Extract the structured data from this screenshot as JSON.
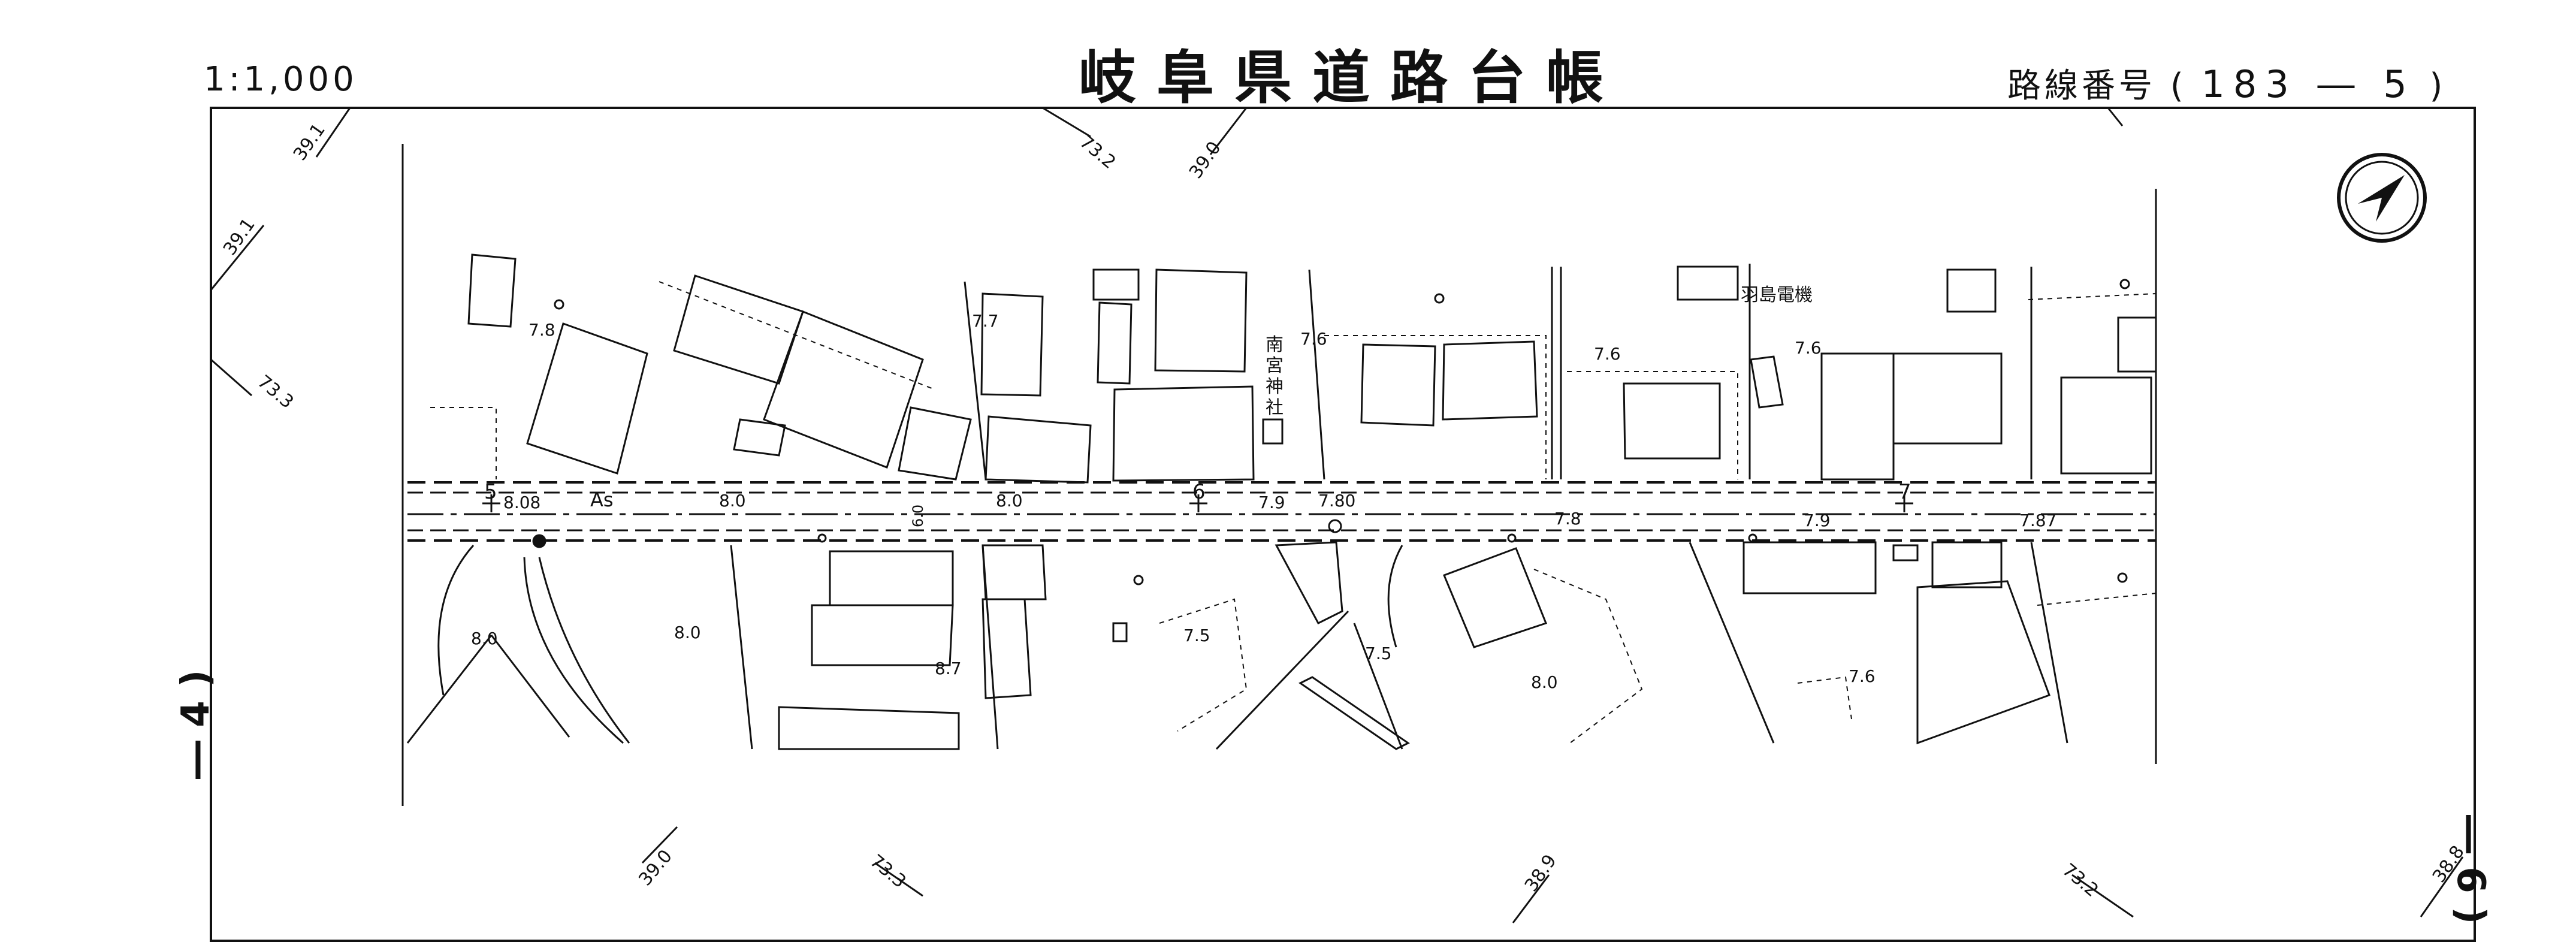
{
  "header": {
    "scale": "1:1,000",
    "title": "岐阜県道路台帳",
    "route_label": "路線番号",
    "route_open": "(",
    "route_number": "183 ― 5",
    "route_close": ")"
  },
  "side_labels": {
    "left": "― 4 )",
    "right": "― 6 )"
  },
  "grid_labels": [
    "39.1",
    "39.1",
    "73.3",
    "73.2",
    "39.0",
    "39.0",
    "73.3",
    "38.9",
    "73.2",
    "38.8"
  ],
  "station_markers": [
    "5",
    "6",
    "7"
  ],
  "road": {
    "surface": "As",
    "spot_heights": [
      "8.08",
      "8.0",
      "8.0",
      "7.9",
      "7.80",
      "7.8",
      "7.9",
      "7.87"
    ],
    "culvert_height": "6.0"
  },
  "map_heights": [
    "7.8",
    "7.7",
    "7.6",
    "7.6",
    "7.6",
    "8.0",
    "8.0",
    "8.7",
    "7.5",
    "7.5",
    "8.0",
    "7.6"
  ],
  "place_labels": {
    "shrine": [
      "南",
      "宮",
      "神",
      "社"
    ],
    "company": "羽島電機"
  },
  "north_arrow": "north-arrow-icon",
  "colors": {
    "ink": "#111111",
    "paper": "#ffffff"
  }
}
